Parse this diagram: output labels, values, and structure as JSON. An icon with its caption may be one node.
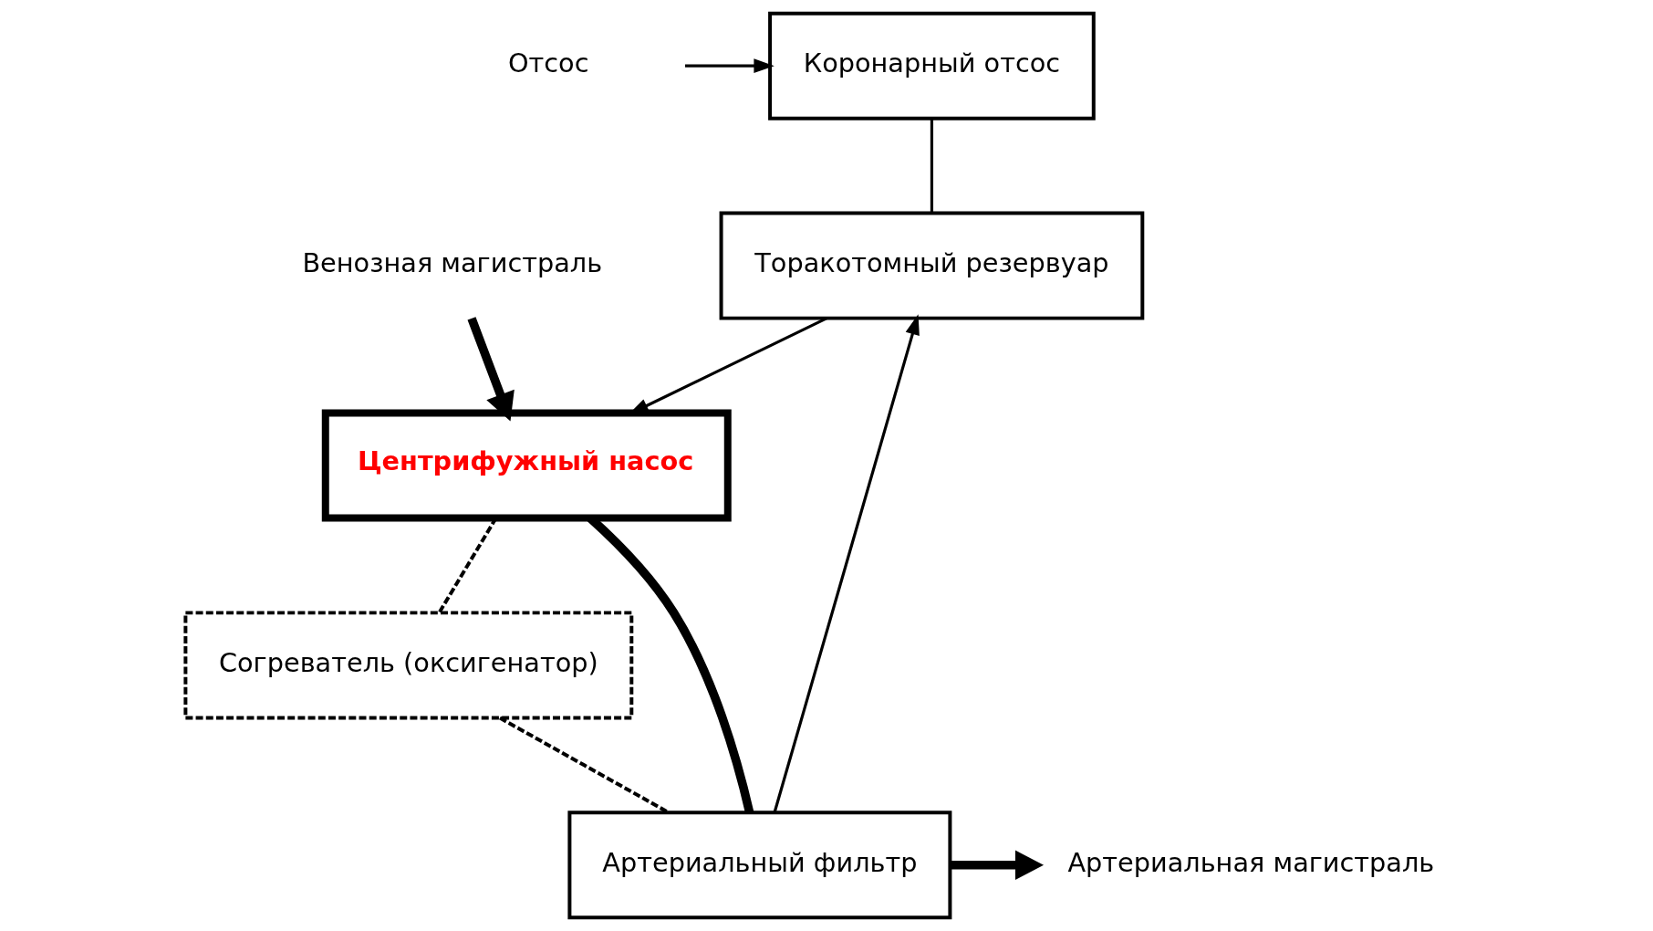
{
  "diagram": {
    "nodes": [
      {
        "text": [
          "Коронарный отсос"
        ]
      },
      {
        "text": [
          "Торакотомный резервуар"
        ]
      },
      {
        "text": [
          "Центрифужный насос"
        ]
      },
      {
        "text": [
          "Согреватель (оксигенатор)"
        ]
      },
      {
        "text": [
          "Артериальный фильтр"
        ]
      },
      {
        "text": [
          "Отсос"
        ]
      },
      {
        "text": [
          "Венозная магистраль"
        ]
      },
      {
        "text": [
          "Артериальная магистраль"
        ]
      }
    ],
    "edges": [
      {
        "from": 5,
        "to": 0,
        "arrow": "to"
      },
      {
        "from": 0,
        "to": 1,
        "arrow": "none"
      },
      {
        "from": 6,
        "to": 2,
        "arrow": "to",
        "style": "thick"
      },
      {
        "from": 1,
        "to": 2,
        "arrow": "to"
      },
      {
        "from": 2,
        "to": 3,
        "arrow": "none",
        "style": "dashed"
      },
      {
        "from": 3,
        "to": 4,
        "arrow": "none",
        "style": "dashed"
      },
      {
        "from": 2,
        "to": 4,
        "arrow": "none",
        "style": "thick"
      },
      {
        "from": 4,
        "to": 1,
        "arrow": "to"
      },
      {
        "from": 4,
        "to": 7,
        "arrow": "to",
        "style": "thick"
      }
    ]
  }
}
